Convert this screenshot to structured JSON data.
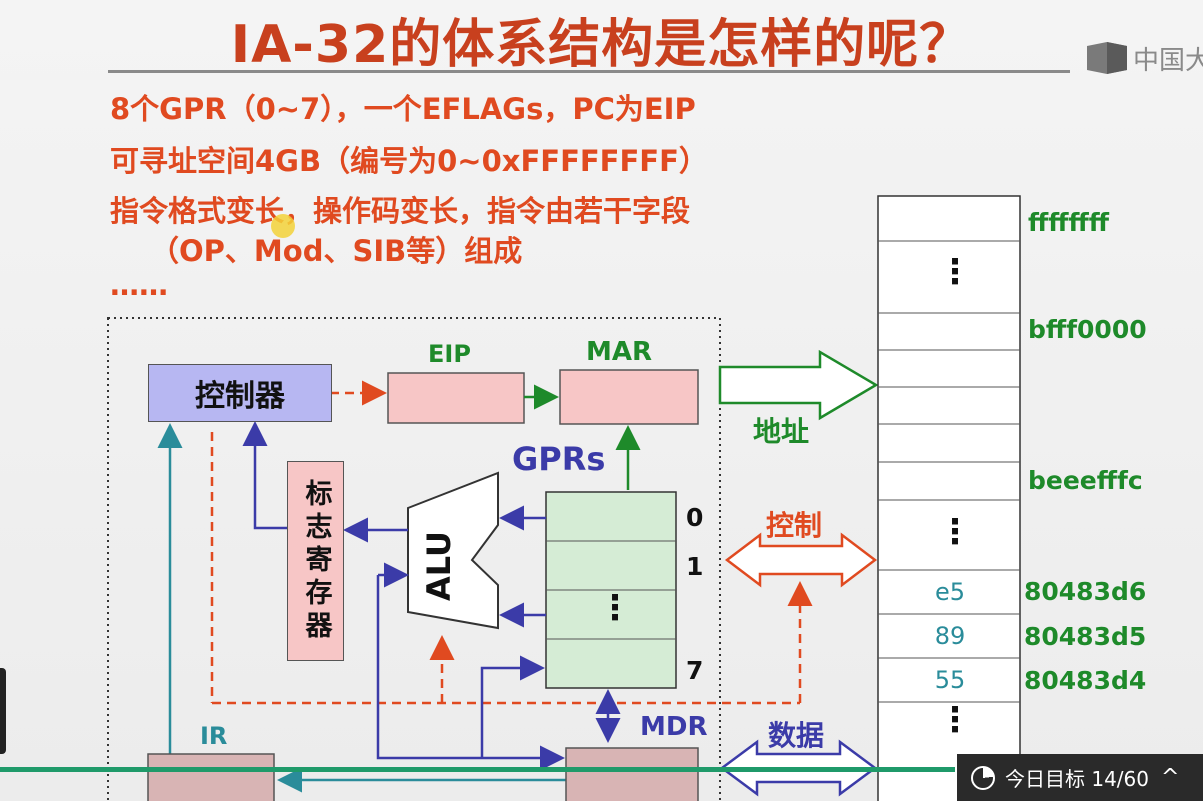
{
  "title": "IA-32的体系结构是怎样的呢？",
  "logo_text": "中国大",
  "bullets": [
    "8个GPR（0~7），一个EFLAGs，PC为EIP",
    "可寻址空间4GB（编号为0~0xFFFFFFFF）",
    "指令格式变长，操作码变长，指令由若干字段",
    "（OP、Mod、SIB等）组成",
    "……"
  ],
  "diagram": {
    "controller": "控制器",
    "eip": "EIP",
    "mar": "MAR",
    "gprs": "GPRs",
    "alu": "ALU",
    "flag_register": "标志寄存器",
    "gpr_indices": [
      "0",
      "1",
      "7"
    ],
    "ir": "IR",
    "mdr": "MDR",
    "bus_address": "地址",
    "bus_control": "控制",
    "bus_data": "数据",
    "vdots": "⋮"
  },
  "memory": {
    "addresses": [
      "ffffffff",
      "bfff0000",
      "beeefffc",
      "80483d6",
      "80483d5",
      "80483d4"
    ],
    "values": [
      "e5",
      "89",
      "55"
    ]
  },
  "goal": {
    "label": "今日目标 14/60",
    "progress": 0.233
  },
  "colors": {
    "title": "#c8401e",
    "bullet_text": "#e04a20",
    "green": "#1e8a2a",
    "blue": "#3b3ba8",
    "teal": "#2a8c9a",
    "controller_fill": "#b7b7f2",
    "register_fill": "#f7c6c6",
    "gpr_fill": "#d5ecd5"
  }
}
